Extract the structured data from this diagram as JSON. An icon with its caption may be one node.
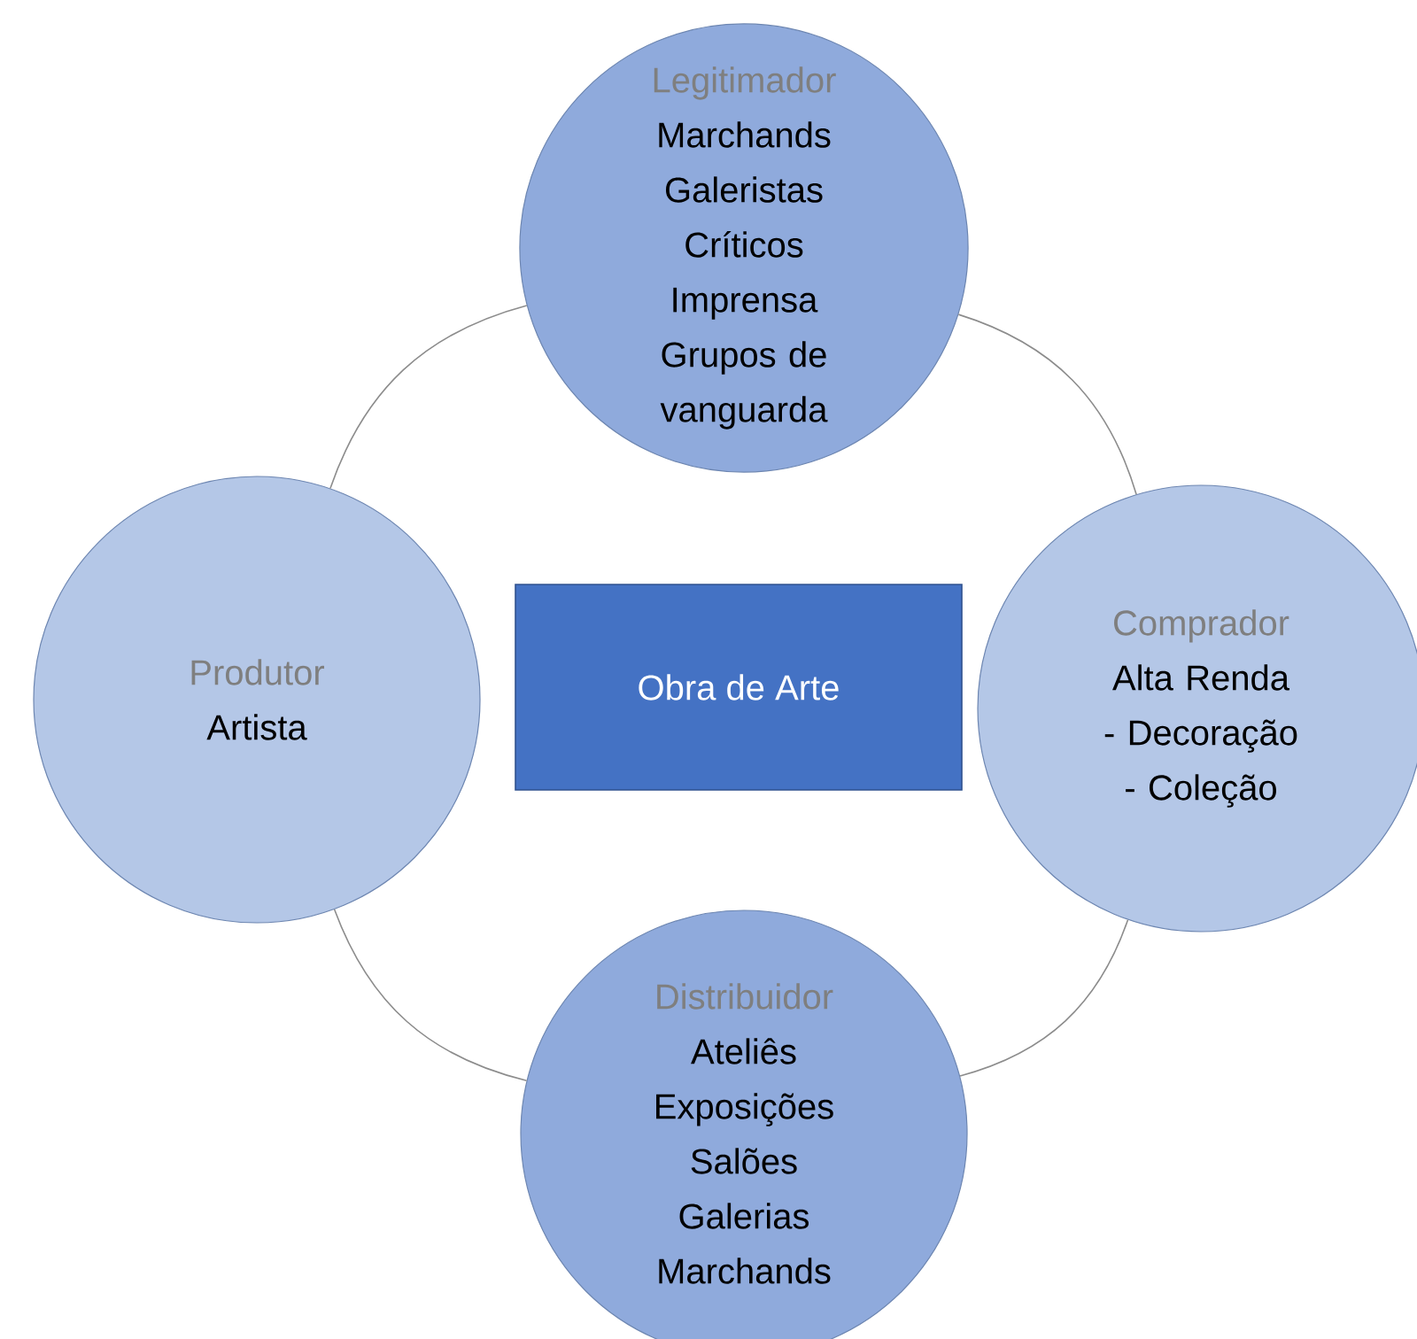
{
  "diagram": {
    "nodes": [
      {
        "text": [
          "Legitimador",
          "Marchands",
          "Galeristas",
          "Críticos",
          "Imprensa",
          "Grupos de vanguarda"
        ]
      },
      {
        "text": [
          "Produtor",
          "Artista"
        ]
      },
      {
        "text": [
          "Obra de Arte"
        ]
      },
      {
        "text": [
          "Comprador",
          "Alta Renda",
          "- Decoração",
          "- Coleção"
        ]
      },
      {
        "text": [
          "Distribuidor",
          "Ateliês",
          "Exposições",
          "Salões",
          "Galerias",
          "Marchands"
        ]
      }
    ],
    "edges": [
      {
        "from": 0,
        "to": 3,
        "arrow": "none"
      },
      {
        "from": 3,
        "to": 4,
        "arrow": "none"
      },
      {
        "from": 4,
        "to": 1,
        "arrow": "none"
      },
      {
        "from": 1,
        "to": 0,
        "arrow": "none"
      }
    ]
  }
}
